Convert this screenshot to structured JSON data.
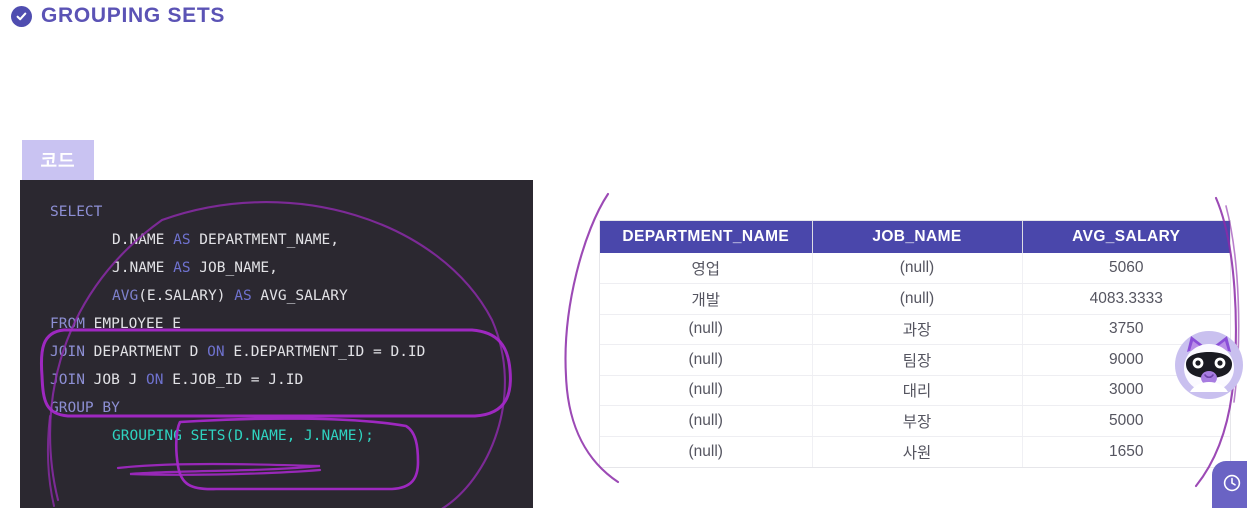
{
  "header": {
    "icon": "check-circle-icon",
    "title": "GROUPING SETS",
    "title_color": "#5b53b5"
  },
  "code_panel": {
    "tab_label": "코드",
    "tab_bg": "#c9c3f2",
    "background": "#2b2830",
    "language": "sql",
    "lines": [
      {
        "indent": 0,
        "tokens": [
          {
            "t": "SELECT",
            "c": "kw"
          }
        ]
      },
      {
        "indent": 1,
        "tokens": [
          {
            "t": "D.NAME ",
            "c": "id"
          },
          {
            "t": "AS",
            "c": "kw2"
          },
          {
            "t": " DEPARTMENT_NAME,",
            "c": "id"
          }
        ]
      },
      {
        "indent": 1,
        "tokens": [
          {
            "t": "J.NAME ",
            "c": "id"
          },
          {
            "t": "AS",
            "c": "kw2"
          },
          {
            "t": " JOB_NAME,",
            "c": "id"
          }
        ]
      },
      {
        "indent": 1,
        "tokens": [
          {
            "t": "AVG",
            "c": "fn"
          },
          {
            "t": "(E.SALARY) ",
            "c": "id"
          },
          {
            "t": "AS",
            "c": "kw2"
          },
          {
            "t": " AVG_SALARY",
            "c": "id"
          }
        ]
      },
      {
        "indent": 0,
        "tokens": [
          {
            "t": "FROM",
            "c": "kw"
          },
          {
            "t": " EMPLOYEE E",
            "c": "id"
          }
        ]
      },
      {
        "indent": 0,
        "tokens": [
          {
            "t": "JOIN",
            "c": "kw"
          },
          {
            "t": " DEPARTMENT D ",
            "c": "id"
          },
          {
            "t": "ON",
            "c": "kw2"
          },
          {
            "t": " E.DEPARTMENT_ID = D.ID",
            "c": "id"
          }
        ]
      },
      {
        "indent": 0,
        "tokens": [
          {
            "t": "JOIN",
            "c": "kw"
          },
          {
            "t": " JOB J ",
            "c": "id"
          },
          {
            "t": "ON",
            "c": "kw2"
          },
          {
            "t": " E.JOB_ID = J.ID",
            "c": "id"
          }
        ]
      },
      {
        "indent": 0,
        "tokens": [
          {
            "t": "GROUP BY",
            "c": "kw"
          }
        ]
      },
      {
        "indent": 1,
        "tokens": [
          {
            "t": "GROUPING SETS(D.NAME, J.NAME);",
            "c": "teal"
          }
        ]
      }
    ],
    "annotations": [
      "arc-around-code",
      "box-around-from-join",
      "box-around-grouping-sets",
      "underline-grouping-sets"
    ]
  },
  "result_table": {
    "header_bg": "#4a47ab",
    "columns": [
      "DEPARTMENT_NAME",
      "JOB_NAME",
      "AVG_SALARY"
    ],
    "rows": [
      [
        "영업",
        "(null)",
        "5060"
      ],
      [
        "개발",
        "(null)",
        "4083.3333"
      ],
      [
        "(null)",
        "과장",
        "3750"
      ],
      [
        "(null)",
        "팀장",
        "9000"
      ],
      [
        "(null)",
        "대리",
        "3000"
      ],
      [
        "(null)",
        "부장",
        "5000"
      ],
      [
        "(null)",
        "사원",
        "1650"
      ]
    ],
    "annotations": [
      "left-bracket-curve",
      "right-bracket-curve"
    ]
  },
  "overlay": {
    "mascot": "raccoon-avatar-icon",
    "mascot_bg": "#c9c0ef",
    "corner_widget_icon": "clock-icon",
    "corner_widget_bg": "#6a63c4"
  }
}
